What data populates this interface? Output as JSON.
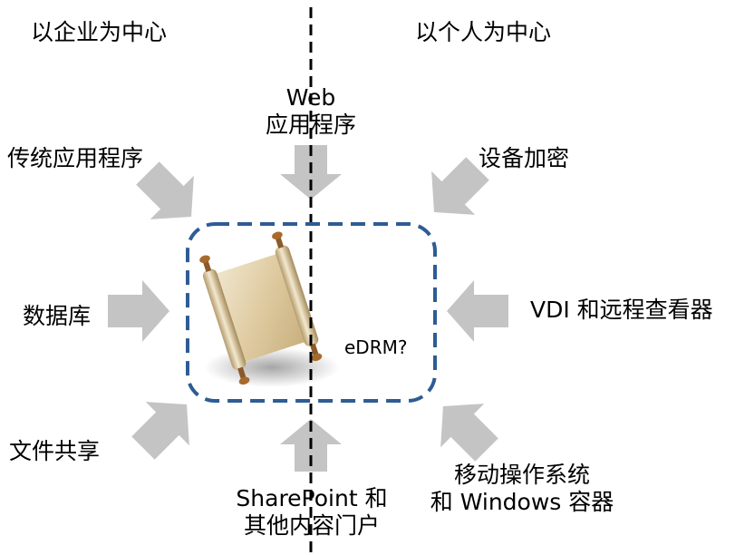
{
  "headings": {
    "enterprise_centric": "以企业为中心",
    "person_centric": "以个人为中心"
  },
  "sources": {
    "web_apps": [
      "Web",
      "应用程序"
    ],
    "legacy_apps": "传统应用程序",
    "device_encryption": "设备加密",
    "databases": "数据库",
    "vdi_remote": "VDI 和远程查看器",
    "file_shares": "文件共享",
    "sharepoint_portals": [
      "SharePoint 和",
      "其他内容门户"
    ],
    "mobile_os": [
      "移动操作系统",
      "和 Windows 容器"
    ]
  },
  "center": {
    "label": "eDRM?",
    "image_icon": "scroll-icon"
  },
  "colors": {
    "arrow_gray": "#c4c4c4",
    "box_border_blue": "#2e5c93",
    "divider_black": "#000000"
  }
}
